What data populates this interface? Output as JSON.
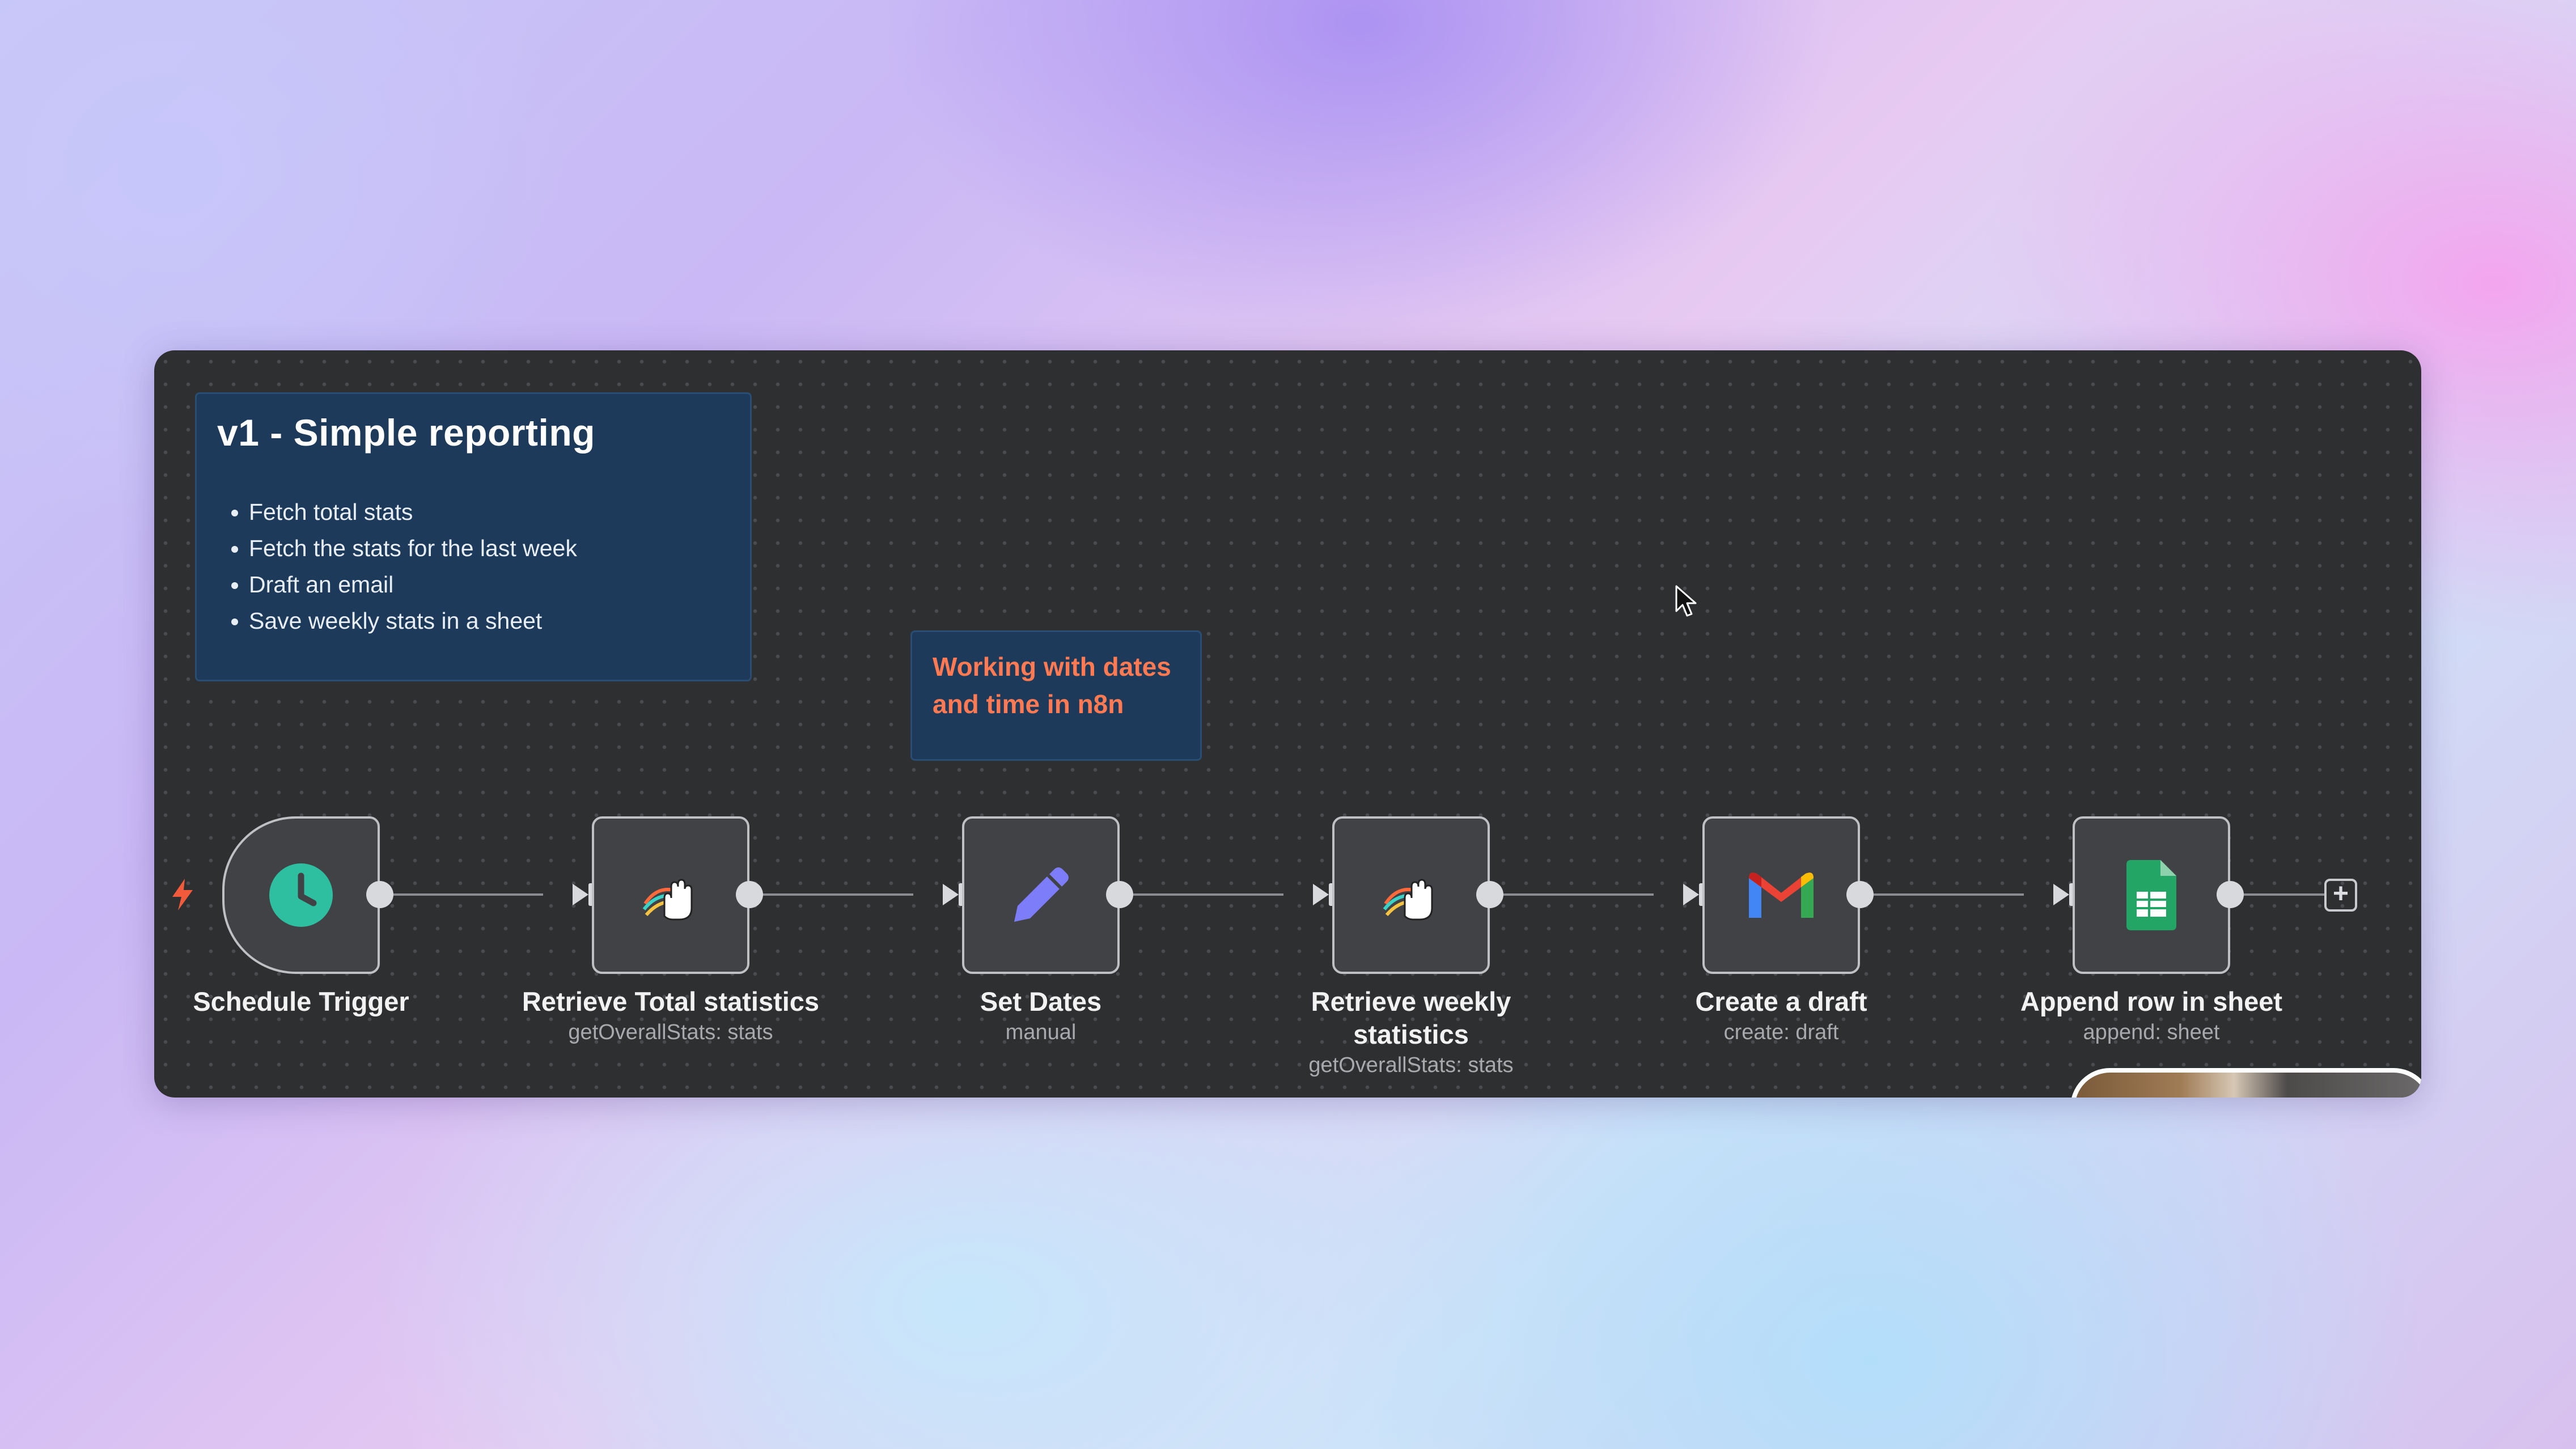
{
  "note_main": {
    "title": "v1 - Simple reporting",
    "items": [
      "Fetch total stats",
      "Fetch the stats for the last week",
      "Draft an email",
      "Save weekly stats in a sheet"
    ]
  },
  "note_dates": {
    "text": "Working with dates\nand time in n8n"
  },
  "nodes": [
    {
      "name": "Schedule Trigger",
      "subtitle": "",
      "icon": "clock-icon"
    },
    {
      "name": "Retrieve Total statistics",
      "subtitle": "getOverallStats: stats",
      "icon": "hand-icon"
    },
    {
      "name": "Set Dates",
      "subtitle": "manual",
      "icon": "pencil-icon"
    },
    {
      "name": "Retrieve weekly statistics",
      "subtitle": "getOverallStats: stats",
      "icon": "hand-icon"
    },
    {
      "name": "Create a draft",
      "subtitle": "create: draft",
      "icon": "gmail-icon"
    },
    {
      "name": "Append row in sheet",
      "subtitle": "append: sheet",
      "icon": "google-sheets-icon"
    }
  ],
  "add_button": "+",
  "colors": {
    "canvas": "#2e2f31",
    "sticky": "#1d3a5b",
    "dates_text": "#ff7a52",
    "trigger_clock": "#2dbf9f",
    "pencil": "#7d7dfa",
    "sheets_green": "#23a566"
  }
}
